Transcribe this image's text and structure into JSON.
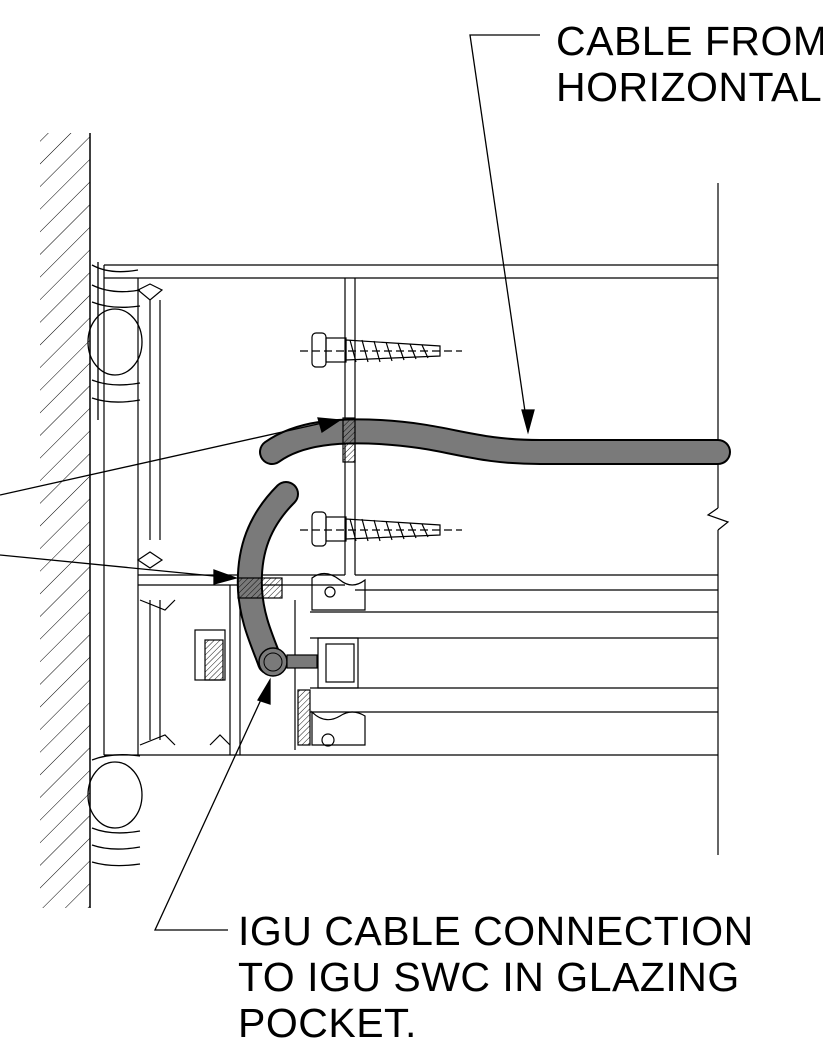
{
  "labels": {
    "cable_from": {
      "line1": "CABLE FROM",
      "line2": "HORIZONTAL"
    },
    "igu_connection": {
      "line1": "IGU CABLE CONNECTION",
      "line2": "TO IGU SWC IN GLAZING",
      "line3": "POCKET."
    }
  },
  "colors": {
    "line": "#000000",
    "cable_fill": "#7a7a7a",
    "background": "#ffffff"
  }
}
